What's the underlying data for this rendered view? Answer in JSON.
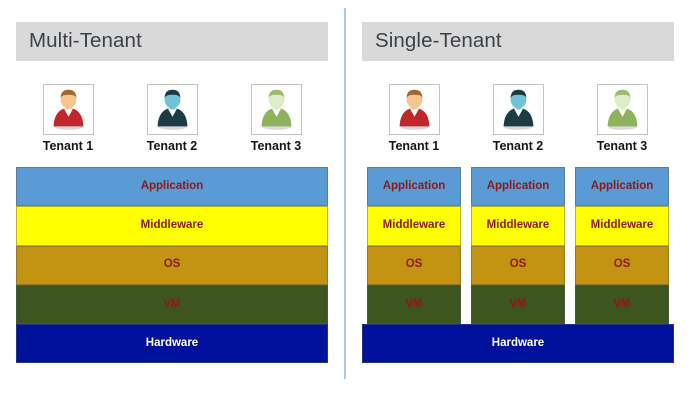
{
  "diagram": {
    "title": "Multi-Tenant vs Single-Tenant architecture stacks",
    "divider_color": "#a9cbe4",
    "header_bg": "#d9d9d9",
    "header_text_color": "#3b4146"
  },
  "palette": {
    "application_bg": "#5b9bd5",
    "middleware_bg": "#ffff00",
    "os_bg": "#c39312",
    "vm_bg": "#3d561f",
    "hardware_bg": "#00129c",
    "layer_text_dark_red": "#8b1a1a",
    "hardware_text": "#ffffff"
  },
  "panels": [
    {
      "id": "multi",
      "header": "Multi-Tenant",
      "layout": "shared",
      "tenants": [
        {
          "label": "Tenant 1",
          "avatar": "person-avatar-red-icon",
          "shirt": "#c0272d",
          "hair": "#a0682f",
          "skin": "#f5c68f"
        },
        {
          "label": "Tenant 2",
          "avatar": "person-avatar-teal-icon",
          "shirt": "#1d3b45",
          "hair": "#1d3b45",
          "skin": "#6fc3d4"
        },
        {
          "label": "Tenant 3",
          "avatar": "person-avatar-green-icon",
          "shirt": "#8fb25c",
          "hair": "#9cbd6c",
          "skin": "#dfeccb"
        }
      ],
      "stack": [
        {
          "name": "Application",
          "bg": "#5b9bd5",
          "fg": "#8b1a1a"
        },
        {
          "name": "Middleware",
          "bg": "#ffff00",
          "fg": "#8b1a1a"
        },
        {
          "name": "OS",
          "bg": "#c39312",
          "fg": "#8b1a1a"
        },
        {
          "name": "VM",
          "bg": "#3d561f",
          "fg": "#8b1a1a"
        }
      ],
      "hardware": {
        "name": "Hardware",
        "bg": "#00129c",
        "fg": "#ffffff"
      }
    },
    {
      "id": "single",
      "header": "Single-Tenant",
      "layout": "per-tenant",
      "tenants": [
        {
          "label": "Tenant 1",
          "avatar": "person-avatar-red-icon",
          "shirt": "#c0272d",
          "hair": "#a0682f",
          "skin": "#f5c68f"
        },
        {
          "label": "Tenant 2",
          "avatar": "person-avatar-teal-icon",
          "shirt": "#1d3b45",
          "hair": "#1d3b45",
          "skin": "#6fc3d4"
        },
        {
          "label": "Tenant 3",
          "avatar": "person-avatar-green-icon",
          "shirt": "#8fb25c",
          "hair": "#9cbd6c",
          "skin": "#dfeccb"
        }
      ],
      "stack": [
        {
          "name": "Application",
          "bg": "#5b9bd5",
          "fg": "#8b1a1a"
        },
        {
          "name": "Middleware",
          "bg": "#ffff00",
          "fg": "#8b1a1a"
        },
        {
          "name": "OS",
          "bg": "#c39312",
          "fg": "#8b1a1a"
        },
        {
          "name": "VM",
          "bg": "#3d561f",
          "fg": "#8b1a1a"
        }
      ],
      "hardware": {
        "name": "Hardware",
        "bg": "#00129c",
        "fg": "#ffffff"
      }
    }
  ]
}
